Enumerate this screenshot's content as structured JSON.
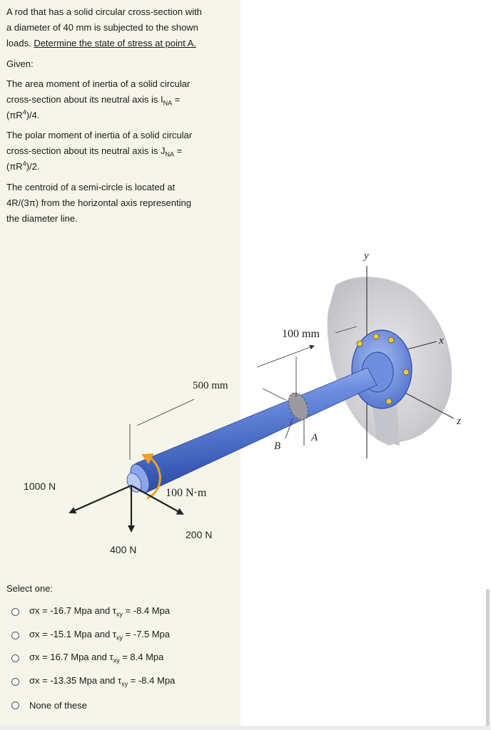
{
  "question": {
    "line1": "A rod that has a solid circular cross-section with",
    "line2": "a diameter of 40 mm is subjected to the shown",
    "line3_prefix": "loads. ",
    "line3_task": "Determine the state of stress at point A.",
    "given": "Given:",
    "moi_line1": "The area moment of inertia of a solid circular",
    "moi_line2_prefix": "cross-section about its neutral axis is I",
    "moi_line2_sub": "NA",
    "moi_line2_suffix": " =",
    "moi_line3_prefix": "(πR",
    "moi_line3_sup": "4",
    "moi_line3_suffix": ")/4.",
    "polar_line1": "The polar moment of inertia of a solid circular",
    "polar_line2_prefix": "cross-section about its neutral axis is J",
    "polar_line2_sub": "NA",
    "polar_line2_suffix": " =",
    "polar_line3_prefix": "(πR",
    "polar_line3_sup": "4",
    "polar_line3_suffix": ")/2.",
    "centroid_line1": "The centroid of a semi-circle is located at",
    "centroid_line2": "4R/(3π) from the horizontal axis representing",
    "centroid_line3": "the diameter line."
  },
  "figure": {
    "label_y": "y",
    "label_x": "x",
    "label_z": "z",
    "dim_100": "100 mm",
    "dim_500": "500 mm",
    "point_A": "A",
    "point_B": "B",
    "force_1000": "1000 N",
    "torque_100": "100 N·m",
    "force_200": "200 N",
    "force_400": "400 N"
  },
  "answers": {
    "select_label": "Select one:",
    "options": [
      {
        "a": "σx = -16.7 Mpa and τ",
        "sub": "xy",
        "b": " = -8.4 Mpa"
      },
      {
        "a": "σx = -15.1 Mpa and τ",
        "sub": "xy",
        "b": " = -7.5 Mpa"
      },
      {
        "a": "σx = 16.7 Mpa and τ",
        "sub": "xy",
        "b": " = 8.4 Mpa"
      },
      {
        "a": "σx = -13.35 Mpa and τ",
        "sub": "xy",
        "b": " = -8.4 Mpa"
      },
      {
        "a": "None of these"
      }
    ]
  },
  "colors": {
    "panel_bg": "#f6f5e9",
    "rod_blue": "#5a7fd6",
    "torque_orange": "#f0a020"
  }
}
